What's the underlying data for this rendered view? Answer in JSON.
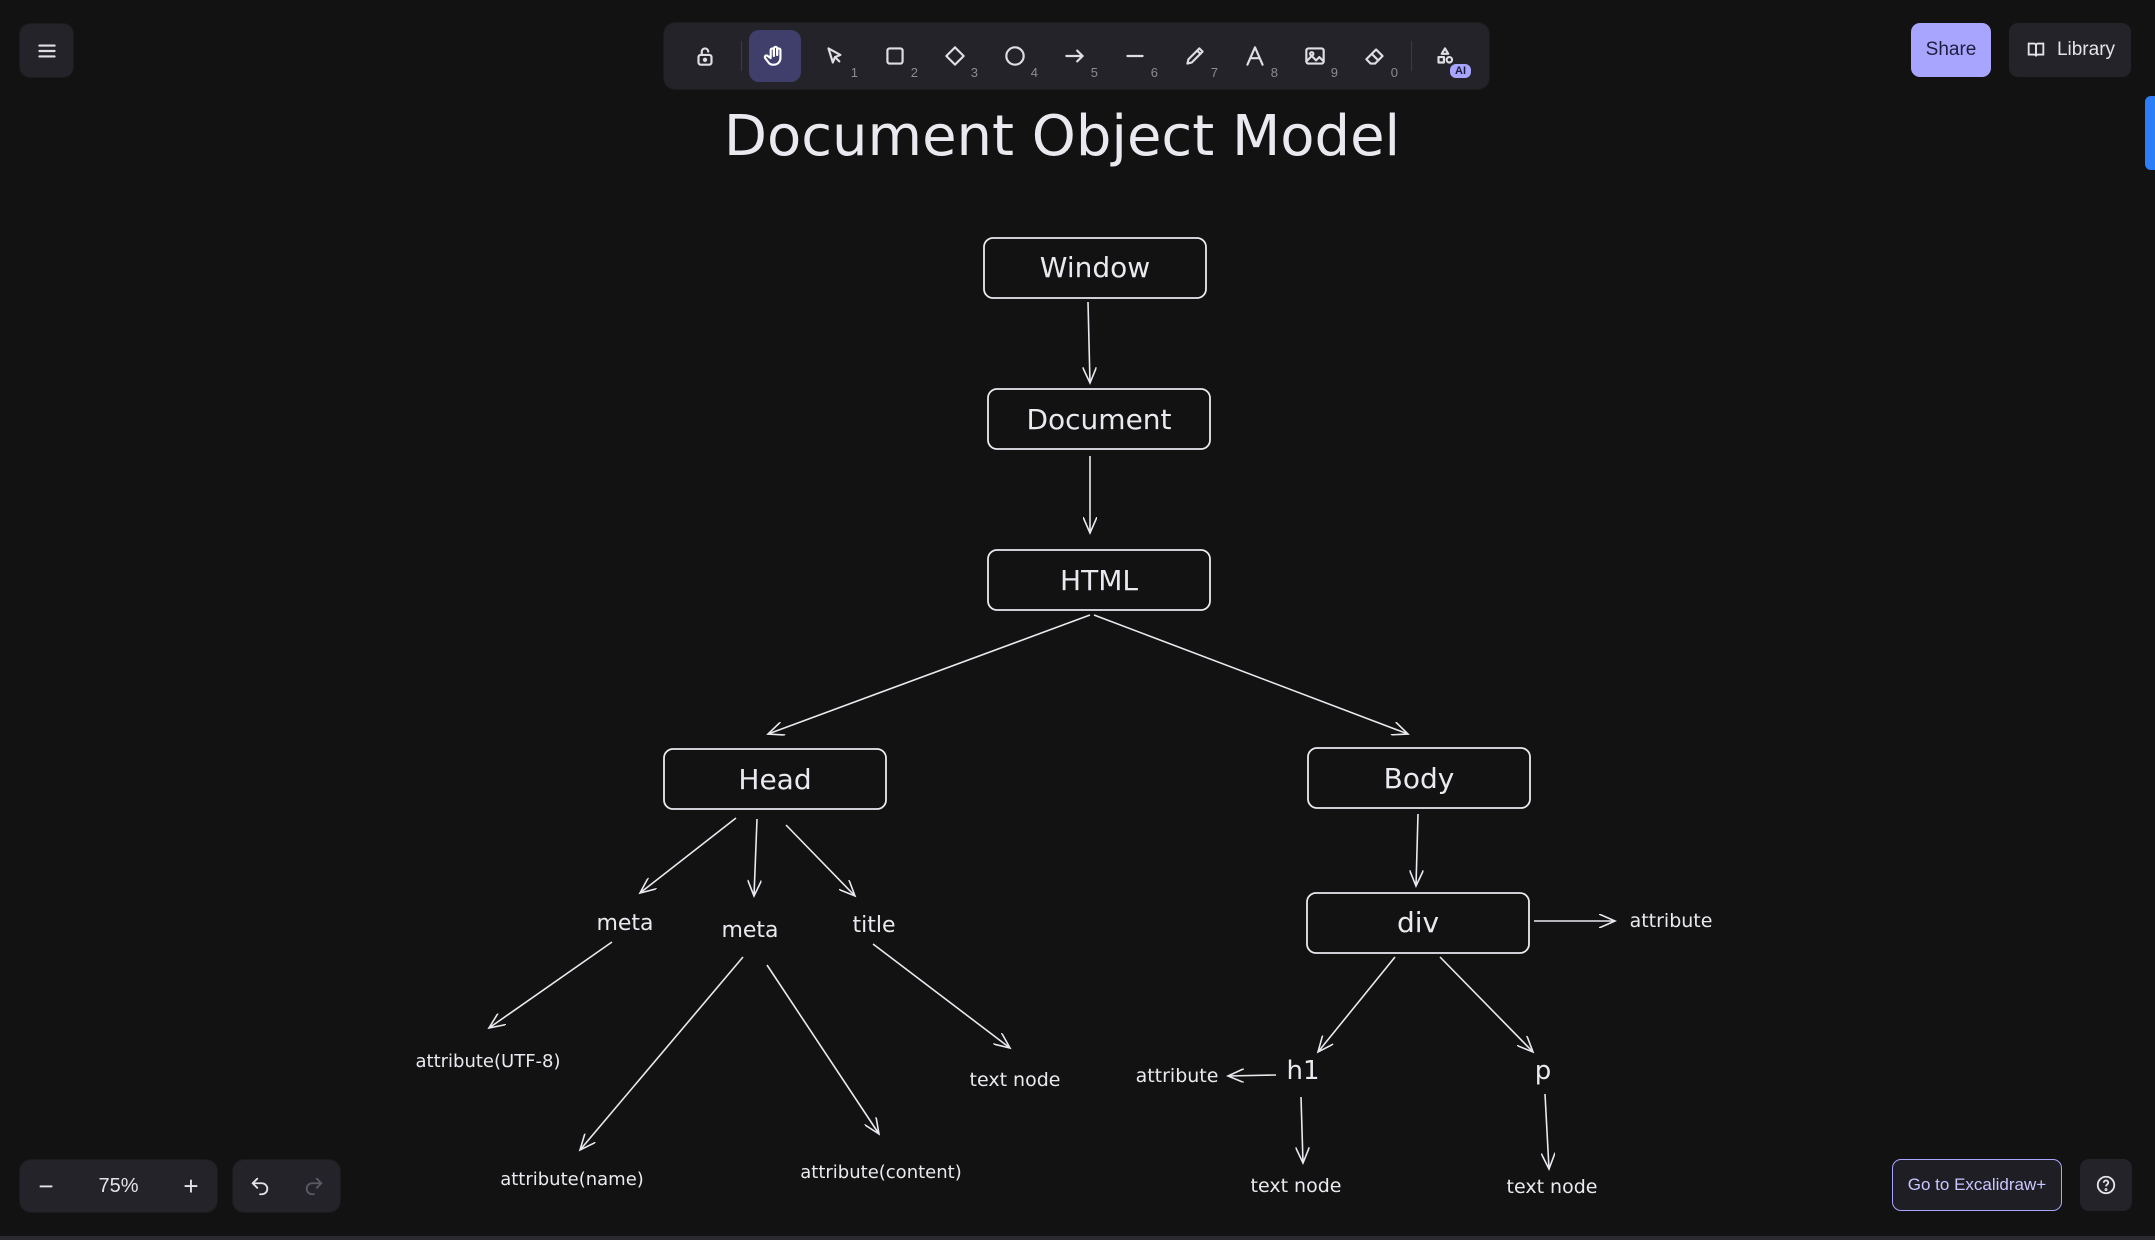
{
  "toolbar": {
    "tools": [
      {
        "name": "lock-icon",
        "key": ""
      },
      {
        "name": "hand-icon",
        "key": ""
      },
      {
        "name": "selection-icon",
        "key": "1"
      },
      {
        "name": "rectangle-icon",
        "key": "2"
      },
      {
        "name": "diamond-icon",
        "key": "3"
      },
      {
        "name": "ellipse-icon",
        "key": "4"
      },
      {
        "name": "arrow-icon",
        "key": "5"
      },
      {
        "name": "line-icon",
        "key": "6"
      },
      {
        "name": "pencil-icon",
        "key": "7"
      },
      {
        "name": "text-icon",
        "key": "8"
      },
      {
        "name": "image-icon",
        "key": "9"
      },
      {
        "name": "eraser-icon",
        "key": "0"
      },
      {
        "name": "more-tools-icon",
        "key": ""
      }
    ],
    "active_tool": "hand-icon",
    "ai_badge": "AI"
  },
  "header": {
    "share_label": "Share",
    "library_label": "Library"
  },
  "diagram": {
    "title": "Document Object Model",
    "nodes": {
      "window": "Window",
      "document": "Document",
      "html": "HTML",
      "head": "Head",
      "body": "Body",
      "div": "div"
    },
    "labels": {
      "meta1": "meta",
      "meta2": "meta",
      "title": "title",
      "attr_utf8": "attribute(UTF-8)",
      "attr_name": "attribute(name)",
      "attr_content": "attribute(content)",
      "title_text": "text node",
      "div_attr": "attribute",
      "h1": "h1",
      "p": "p",
      "h1_attr": "attribute",
      "h1_text": "text node",
      "p_text": "text node"
    }
  },
  "footer": {
    "zoom_level": "75%",
    "zoom_out": "−",
    "zoom_in": "+",
    "excalidraw_plus_label": "Go to Excalidraw+"
  },
  "colors": {
    "canvas_bg": "#121212",
    "panel_bg": "#232329",
    "accent": "#a8a5ff",
    "active_tool_bg": "#403e6a",
    "stroke": "#e9e9ef"
  }
}
